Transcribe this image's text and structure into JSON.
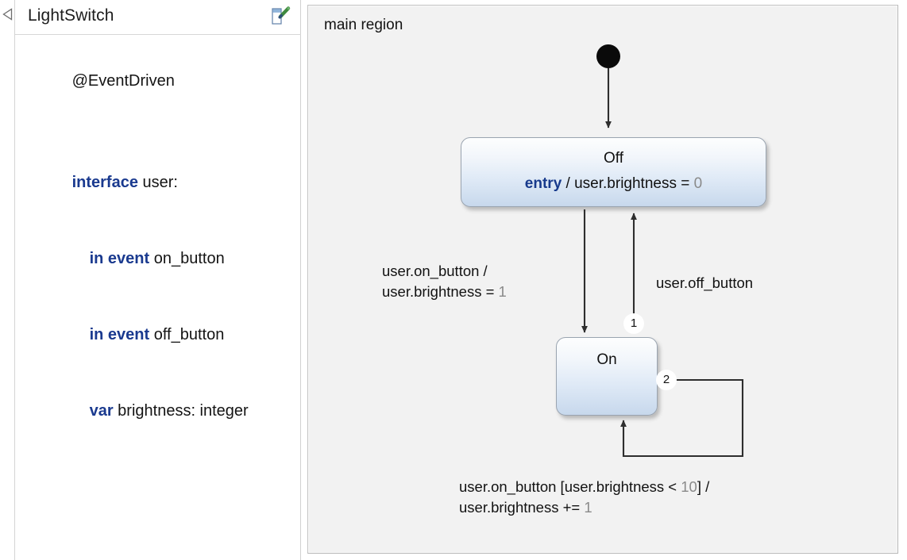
{
  "editor": {
    "title": "LightSwitch",
    "collapse_icon": "collapse-left-triangle-icon",
    "header_icon": "statechart-definition-edit-icon",
    "code": [
      {
        "type": "plain",
        "text": "@EventDriven",
        "indent": 0
      },
      {
        "type": "blank",
        "text": "",
        "indent": 0
      },
      {
        "type": "kw_plain",
        "keyword": "interface",
        "rest": " user:",
        "indent": 0
      },
      {
        "type": "kw_plain",
        "keyword": "in event",
        "rest": " on_button",
        "indent": 1
      },
      {
        "type": "kw_plain",
        "keyword": "in event",
        "rest": " off_button",
        "indent": 1
      },
      {
        "type": "kw_plain",
        "keyword": "var",
        "rest": " brightness: integer",
        "indent": 1
      }
    ]
  },
  "diagram": {
    "region_label": "main region",
    "initial_node": "initial-state-node",
    "states": [
      {
        "id": "off",
        "name": "Off",
        "action_keyword": "entry",
        "action_rest": " / user.brightness = ",
        "action_number": "0"
      },
      {
        "id": "on",
        "name": "On",
        "action_keyword": "",
        "action_rest": "",
        "action_number": ""
      }
    ],
    "transitions": [
      {
        "id": "off-to-on",
        "badge": "",
        "line1": "user.on_button /",
        "line2_prefix": "user.brightness = ",
        "line2_number": "1"
      },
      {
        "id": "on-to-off",
        "badge": "1",
        "line1": "user.off_button",
        "line2_prefix": "",
        "line2_number": ""
      },
      {
        "id": "on-self-loop",
        "badge": "2",
        "line1_prefix": "user.on_button [user.brightness < ",
        "line1_number": "10",
        "line1_suffix": "] /",
        "line2_prefix": "user.brightness += ",
        "line2_number": "1"
      }
    ],
    "colors": {
      "canvas_bg": "#f2f2f2",
      "state_fill_top": "#fdfefe",
      "state_fill_bottom": "#c7d8ec",
      "state_border": "#9aa4b0",
      "edge_stroke": "#2e2e2e",
      "keyword_blue": "#173a8c",
      "number_gray": "#8a8a8a"
    }
  }
}
